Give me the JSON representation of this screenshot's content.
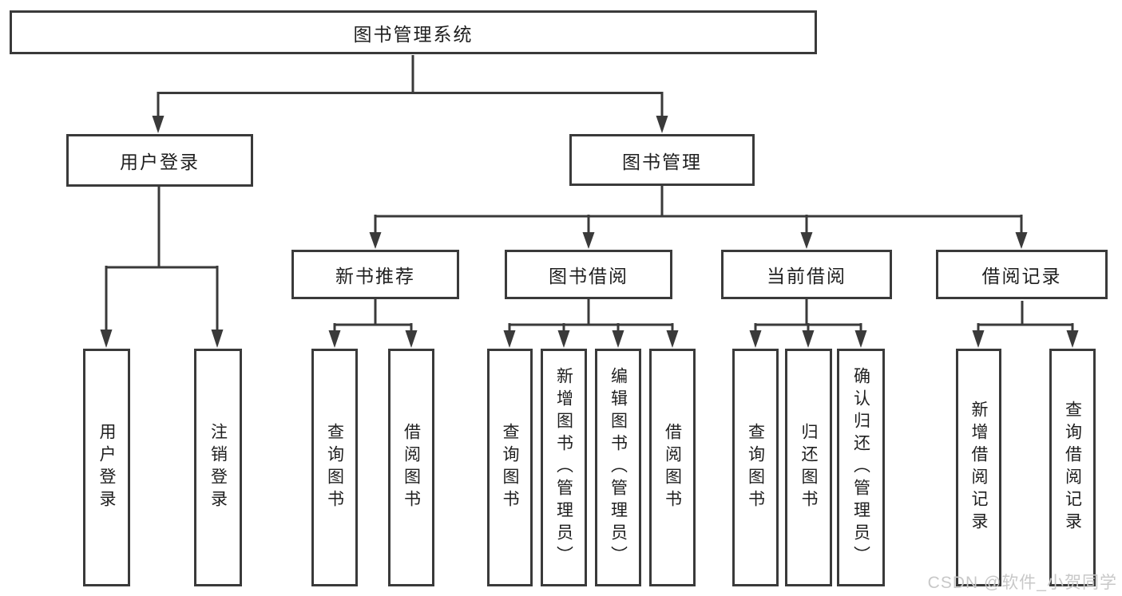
{
  "tree": {
    "label": "图书管理系统",
    "children": [
      {
        "label": "用户登录",
        "children": [
          {
            "label": "用户登录"
          },
          {
            "label": "注销登录"
          }
        ]
      },
      {
        "label": "图书管理",
        "children": [
          {
            "label": "新书推荐",
            "children": [
              {
                "label": "查询图书"
              },
              {
                "label": "借阅图书"
              }
            ]
          },
          {
            "label": "图书借阅",
            "children": [
              {
                "label": "查询图书"
              },
              {
                "label": "新增图书（管理员）"
              },
              {
                "label": "编辑图书（管理员）"
              },
              {
                "label": "借阅图书"
              }
            ]
          },
          {
            "label": "当前借阅",
            "children": [
              {
                "label": "查询图书"
              },
              {
                "label": "归还图书"
              },
              {
                "label": "确认归还（管理员）"
              }
            ]
          },
          {
            "label": "借阅记录",
            "children": [
              {
                "label": "新增借阅记录"
              },
              {
                "label": "查询借阅记录"
              }
            ]
          }
        ]
      }
    ]
  },
  "watermark": {
    "text": "CSDN @软件_小贺同学"
  },
  "colors": {
    "line": "#3a3a3a",
    "text": "#1f1f1f",
    "watermark": "#c8c8c8",
    "background": "#ffffff"
  }
}
